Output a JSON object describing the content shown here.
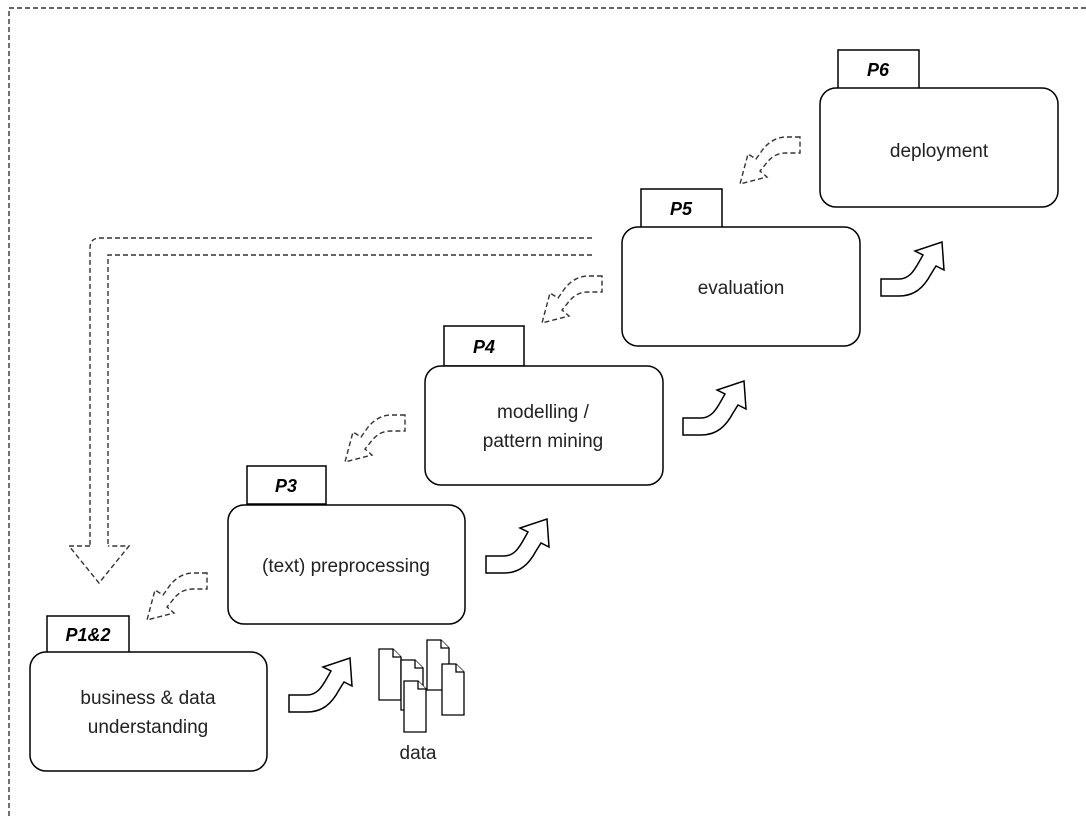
{
  "phases": [
    {
      "tag": "P1&2",
      "lines": [
        "business & data",
        "understanding"
      ]
    },
    {
      "tag": "P3",
      "lines": [
        "(text) preprocessing"
      ]
    },
    {
      "tag": "P4",
      "lines": [
        "modelling /",
        "pattern mining"
      ]
    },
    {
      "tag": "P5",
      "lines": [
        "evaluation"
      ]
    },
    {
      "tag": "P6",
      "lines": [
        "deployment"
      ]
    }
  ],
  "data_label": "data",
  "icons": {
    "forward": "solid-curved-arrow-icon",
    "backward": "dashed-curved-arrow-icon",
    "data": "document-stack-icon",
    "return": "dashed-down-arrow-icon"
  },
  "colors": {
    "stroke": "#000000",
    "fill": "#ffffff",
    "text": "#222222"
  }
}
